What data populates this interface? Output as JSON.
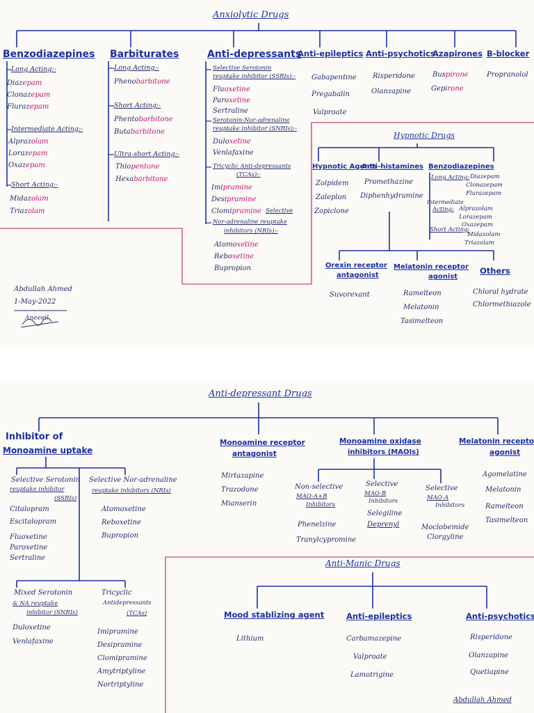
{
  "page1": {
    "title": "Anxiolytic Drugs",
    "columns": {
      "benzodiazepines": {
        "label": "Benzodiazepines",
        "long_label": "Long Acting:-",
        "long": [
          [
            "Diaz",
            "epam"
          ],
          [
            "Clonaz",
            "epam"
          ],
          [
            "Fluraz",
            "epam"
          ]
        ],
        "inter_label": "Intermediate Acting:-",
        "inter": [
          [
            "Alpraz",
            "olam"
          ],
          [
            "Loraz",
            "epam"
          ],
          [
            "Oxaz",
            "epam"
          ]
        ],
        "short_label": "Short Acting:-",
        "short": [
          [
            "Midaz",
            "olam"
          ],
          [
            "Triaz",
            "olam"
          ]
        ]
      },
      "barbiturates": {
        "label": "Barbiturates",
        "long_label": "Long Acting:-",
        "long": [
          [
            "Pheno",
            "barbitone"
          ]
        ],
        "short_label": "Short Acting:-",
        "short": [
          [
            "Phento",
            "barbitone"
          ],
          [
            "Buta",
            "barbitone"
          ]
        ],
        "ultra_label": "Ultra-short Acting:-",
        "ultra": [
          [
            "Thio",
            "pentone"
          ],
          [
            "Hexa",
            "barbitone"
          ]
        ]
      },
      "antidepressants": {
        "label": "Anti-depressants",
        "ssri_label_1": "Selective Serotonin",
        "ssri_label_2": "reuptake inhibitor (SSRIs):-",
        "ssri": [
          [
            "Flu",
            "oxetine"
          ],
          [
            "Paro",
            "xetine"
          ],
          [
            "Sertraline",
            ""
          ]
        ],
        "snri_label_1": "Serotonin-Nor-adrenaline",
        "snri_label_2": "reuptake inhibitor (SNRIs):-",
        "snri": [
          [
            "Dulo",
            "xetine"
          ],
          [
            "Venlafaxine",
            ""
          ]
        ],
        "tca_label_1": "Tricyclic Anti-depressants",
        "tca_label_2": "(TCAs):-",
        "tca": [
          [
            "Imi",
            "pramine"
          ],
          [
            "Desi",
            "pramine"
          ],
          [
            "Clomi",
            "pramine"
          ]
        ],
        "nri_label_0": "Selective",
        "nri_label_1": "Nor-adrenaline reuptake",
        "nri_label_2": "inhibitors (NRIs):-",
        "nri": [
          [
            "Atomo",
            "xetine"
          ],
          [
            "Rebo",
            "xetine"
          ],
          [
            "Bupropion",
            ""
          ]
        ]
      },
      "antiepileptics": {
        "label": "Anti-epileptics",
        "items": [
          "Gabapentine",
          "Pregabalin",
          "Valproate"
        ]
      },
      "antipsychotics": {
        "label": "Anti-psychotics",
        "items": [
          "Risperidone",
          "Olanzapine"
        ]
      },
      "azapirones": {
        "label": "Azapirones",
        "items": [
          [
            "Bus",
            "pirone"
          ],
          [
            "Gepi",
            "rone"
          ]
        ]
      },
      "bblocker": {
        "label": "B-blocker",
        "items": [
          "Propranolol"
        ]
      }
    },
    "hypnotic": {
      "title": "Hypnotic Drugs",
      "agents": {
        "label": "Hypnotic Agents",
        "items": [
          "Zolpidem",
          "Zaleplon",
          "Zopiclone"
        ]
      },
      "antihistamines": {
        "label": "Anti-histamines",
        "items": [
          "Promethazine",
          "Diphenhydramine"
        ]
      },
      "benzo": {
        "label": "Benzodiazepines",
        "long_label": "Long Acting:",
        "long": [
          "Diazepam",
          "Clonazepam",
          "Flurazepam"
        ],
        "inter_label_1": "Intermediate",
        "inter_label_2": "Acting:",
        "inter": [
          "Alprazolam",
          "Lorazepam",
          "Oxazepam"
        ],
        "short_label": "Short Acting:",
        "short": [
          "Midazolam",
          "Triazolam"
        ]
      },
      "orexin": {
        "label_1": "Orexin receptor",
        "label_2": "antagonist",
        "items": [
          "Suvorexant"
        ]
      },
      "melatonin": {
        "label_1": "Melatonin receptor",
        "label_2": "agonist",
        "items": [
          "Ramelteon",
          "Melatonin",
          "Tasimelteon"
        ]
      },
      "others": {
        "label": "Others",
        "items": [
          "Chloral hydrate",
          "Chlormethiazole"
        ]
      }
    },
    "signature": {
      "name": "Abdullah Ahmed",
      "date": "1-May-2022",
      "sign": "Aneeeil"
    }
  },
  "page2": {
    "title": "Anti-depressant Drugs",
    "inhibitor": {
      "label_1": "Inhibitor of",
      "label_2": "Monoamine uptake",
      "ssri": {
        "label_1": "Selective Serotonin",
        "label_2": "reuptake inhibitor",
        "label_3": "(SSRIs)",
        "items": [
          "Citalopram",
          "Escitalopram",
          "Fluoxetine",
          "Paroxetine",
          "Sertraline"
        ]
      },
      "nri": {
        "label_1": "Selective Nor-adrenaline",
        "label_2": "reuptake inhibitors (NRIs)",
        "items": [
          "Atomoxetine",
          "Reboxetine",
          "Bupropion"
        ]
      },
      "snri": {
        "label_1": "Mixed Serotonin",
        "label_2": "& NA reuptake",
        "label_3": "inhibitor (SNRIs)",
        "items": [
          "Duloxetine",
          "Venlafaxine"
        ]
      },
      "tca": {
        "label_1": "Tricyclic",
        "label_2": "Antidepressants",
        "label_3": "(TCAs)",
        "items": [
          "Imipramine",
          "Desipramine",
          "Clomipramine",
          "Amytriptyline",
          "Nortriptyline"
        ]
      }
    },
    "monoamine_receptor": {
      "label_1": "Monoamine receptor",
      "label_2": "antagonist",
      "items": [
        "Mirtazapine",
        "Trazodone",
        "Mianserin"
      ]
    },
    "maoi": {
      "label_1": "Monoamine oxidase",
      "label_2": "inhibitors (MAOIs)",
      "nonselective": {
        "label_1": "Non-selective",
        "label_2": "MAO-A+B",
        "label_3": "Inhibitors",
        "items": [
          "Phenelzine",
          "Tranylcypromine"
        ]
      },
      "selective_b": {
        "label_1": "Selective",
        "label_2": "MAO-B",
        "label_3": "Inhibitors",
        "items": [
          "Selegiline",
          "Deprenyl"
        ]
      },
      "selective_a": {
        "label_1": "Selective",
        "label_2": "MAO-A",
        "label_3": "Inhibitors",
        "items": [
          "Moclobemide",
          "Clorgyline"
        ]
      }
    },
    "melatonin_agonist": {
      "label_1": "Melatonin receptor",
      "label_2": "agonist",
      "items": [
        "Agomelatine",
        "Melatonin",
        "Ramelteon",
        "Tasimelteon"
      ]
    },
    "antimanic": {
      "title": "Anti-Manic Drugs",
      "mood": {
        "label": "Mood stablizing agent",
        "items": [
          "Lithium"
        ]
      },
      "antiepileptics": {
        "label": "Anti-epileptics",
        "items": [
          "Carbamazepine",
          "Valproate",
          "Lamotrigine"
        ]
      },
      "antipsychotics": {
        "label": "Anti-psychotics",
        "items": [
          "Risperidone",
          "Olanzapine",
          "Quetiapine"
        ]
      }
    },
    "signature": "Abdullah Ahmed"
  },
  "colors": {
    "ink": "#232b6e",
    "heading_blue": "#1b2fa0",
    "pink_highlight": "#c4146e",
    "page_border": "#c2185b"
  }
}
